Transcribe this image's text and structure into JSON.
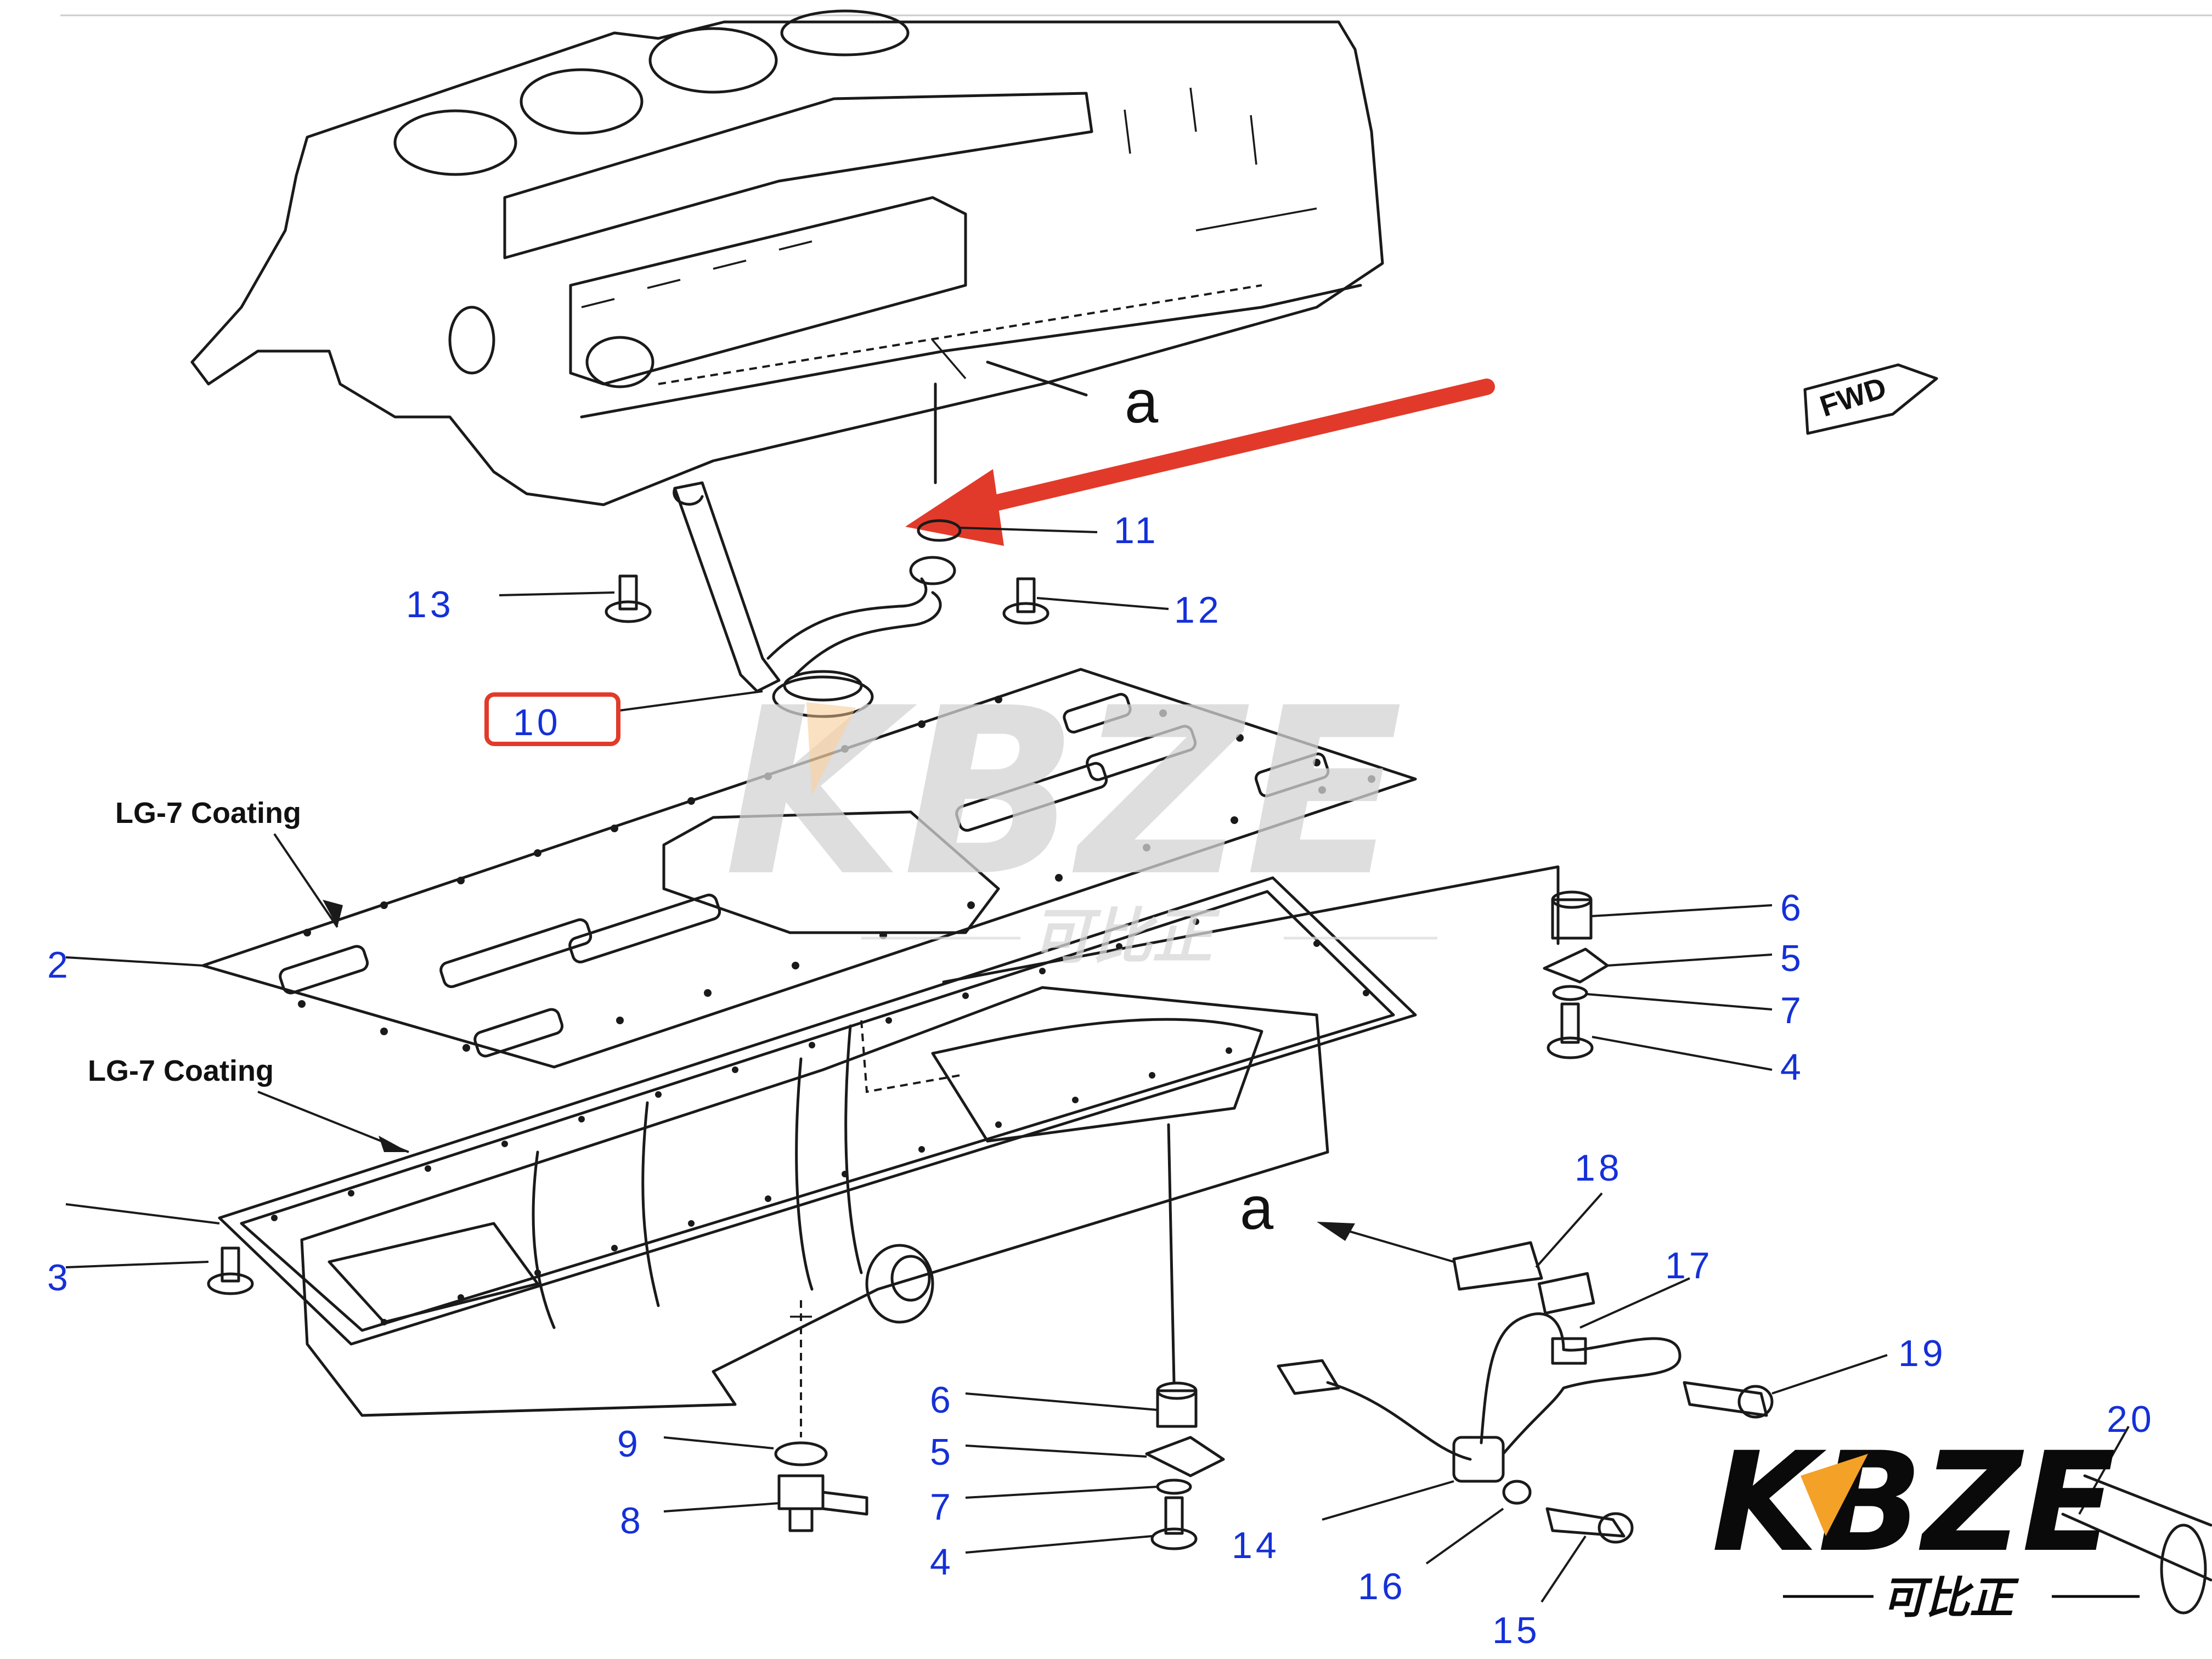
{
  "callouts": {
    "c4a": "4",
    "c4b": "4",
    "c5a": "5",
    "c5b": "5",
    "c6a": "6",
    "c6b": "6",
    "c7a": "7",
    "c7b": "7",
    "c8": "8",
    "c9": "9",
    "c10": "10",
    "c11": "11",
    "c12": "12",
    "c13": "13",
    "c14": "14",
    "c15": "15",
    "c16": "16",
    "c17": "17",
    "c18": "18",
    "c19": "19",
    "c20": "20",
    "cut_left_1": "2",
    "cut_left_2": "3"
  },
  "notes": {
    "coating_1": "LG-7 Coating",
    "coating_2": "LG-7 Coating"
  },
  "refs": {
    "ref_top": "a",
    "ref_bottom": "a"
  },
  "direction_label": "FWD",
  "watermark": {
    "brand": "KBZE",
    "sub": "可比正"
  },
  "colors": {
    "callout_blue": "#1530d8",
    "highlight_red": "#e23a2a",
    "watermark_grey": "#d4d4d4"
  }
}
